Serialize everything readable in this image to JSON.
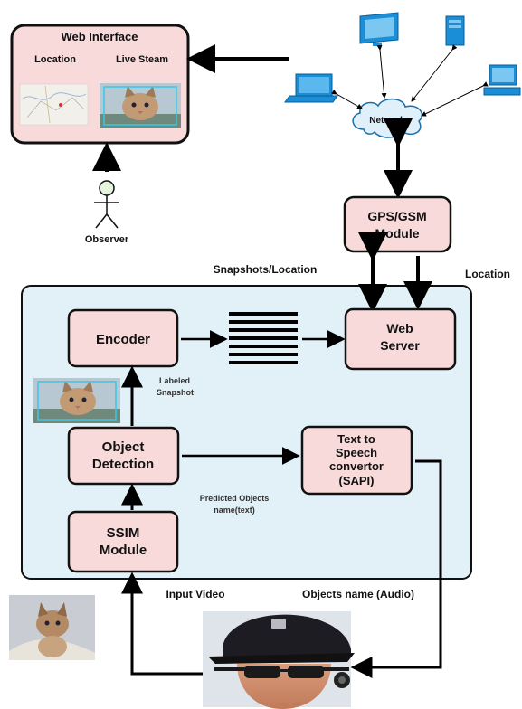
{
  "web_interface": {
    "title": "Web Interface",
    "location_label": "Location",
    "live_stream_label": "Live Steam"
  },
  "observer_label": "Observer",
  "network_label": "Network",
  "gps_module": {
    "line1": "GPS/GSM",
    "line2": "Module"
  },
  "snapshots_location_label": "Snapshots/Location",
  "location_label": "Location",
  "encoder_label": "Encoder",
  "web_server": {
    "line1": "Web",
    "line2": "Server"
  },
  "labeled_snapshot": {
    "line1": "Labeled",
    "line2": "Snapshot"
  },
  "object_detection": {
    "line1": "Object",
    "line2": "Detection"
  },
  "tts": {
    "line1": "Text to",
    "line2": "Speech",
    "line3": "convertor",
    "line4": "(SAPI)"
  },
  "predicted_objects": {
    "line1": "Predicted Objects",
    "line2": "name(text)"
  },
  "ssim": {
    "line1": "SSIM",
    "line2": "Module"
  },
  "input_video_label": "Input Video",
  "objects_audio_label": "Objects name (Audio)",
  "colors": {
    "box_fill": "#f8dada",
    "panel_fill": "#e2f1f7",
    "network_fill": "#dff0fb",
    "device_blue": "#1a8fd8",
    "arrow": "#000000"
  },
  "icons": [
    "laptop-icon",
    "monitor-icon",
    "server-tower-icon",
    "desktop-icon",
    "network-cloud-icon",
    "observer-stick-figure-icon",
    "cat-photo-icon",
    "map-thumbnail-icon",
    "user-with-camera-glasses-photo"
  ]
}
